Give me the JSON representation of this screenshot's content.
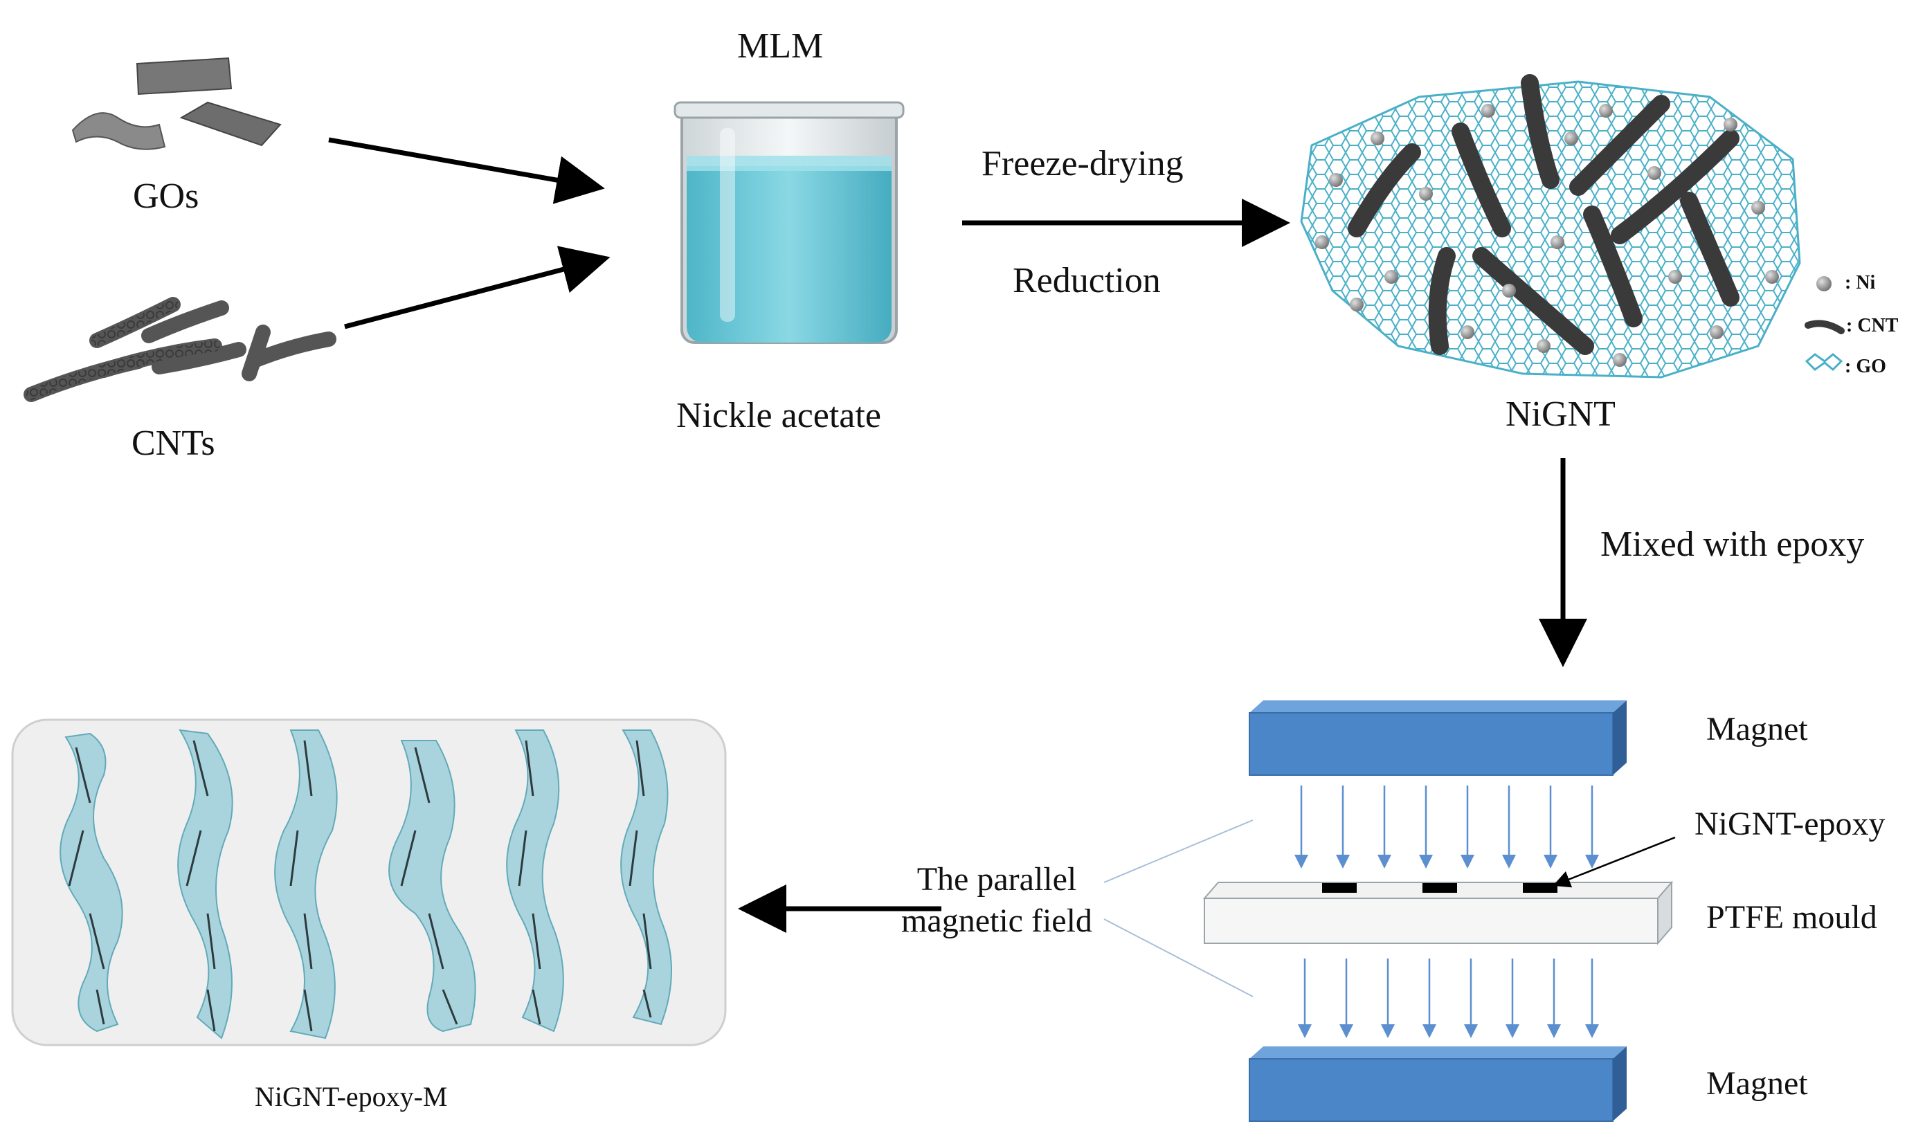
{
  "labels": {
    "mlm": "MLM",
    "gos": "GOs",
    "cnts": "CNTs",
    "nickle_acetate": "Nickle acetate",
    "freeze_drying": "Freeze-drying",
    "reduction": "Reduction",
    "nignt": "NiGNT",
    "mixed_with_epoxy": "Mixed with epoxy",
    "magnet_top": "Magnet",
    "nignt_epoxy": "NiGNT-epoxy",
    "ptfe_mould": "PTFE mould",
    "magnet_bottom": "Magnet",
    "parallel_field_line1": "The parallel",
    "parallel_field_line2": "magnetic field",
    "nignt_epoxy_m": "NiGNT-epoxy-M"
  },
  "legend": [
    {
      "symbol": "sphere",
      "text": ": Ni"
    },
    {
      "symbol": "tube",
      "text": ": CNT"
    },
    {
      "symbol": "hexagon",
      "text": ": GO"
    }
  ],
  "colors": {
    "magnet": "#4a86c8",
    "magnet_top_face": "#6fa3dc",
    "magnet_side": "#2f5f96",
    "liquid": "#5fc4d4",
    "graphene": "#4ab0c8",
    "nickel": "#9a9a9a",
    "cnt": "#3a3a3a",
    "field_line": "#5b8fcf",
    "panel_bg": "#eeeeee"
  }
}
